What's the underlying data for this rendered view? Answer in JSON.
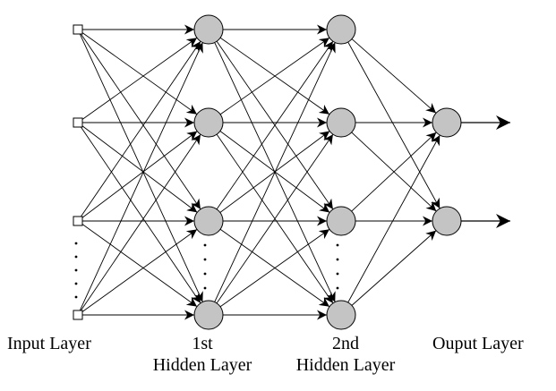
{
  "diagram": {
    "layers": [
      {
        "label_lines": [
          "Input Layer"
        ],
        "node_count": 4,
        "ellipsis": true
      },
      {
        "label_lines": [
          "1st",
          "Hidden Layer"
        ],
        "node_count": 4,
        "ellipsis": true
      },
      {
        "label_lines": [
          "2nd",
          "Hidden Layer"
        ],
        "node_count": 4,
        "ellipsis": true
      },
      {
        "label_lines": [
          "Ouput Layer"
        ],
        "node_count": 2,
        "ellipsis": false
      }
    ],
    "colors": {
      "neuron_fill": "#c4c4c4",
      "stroke": "#000000",
      "input_fill": "#ffffff"
    }
  }
}
